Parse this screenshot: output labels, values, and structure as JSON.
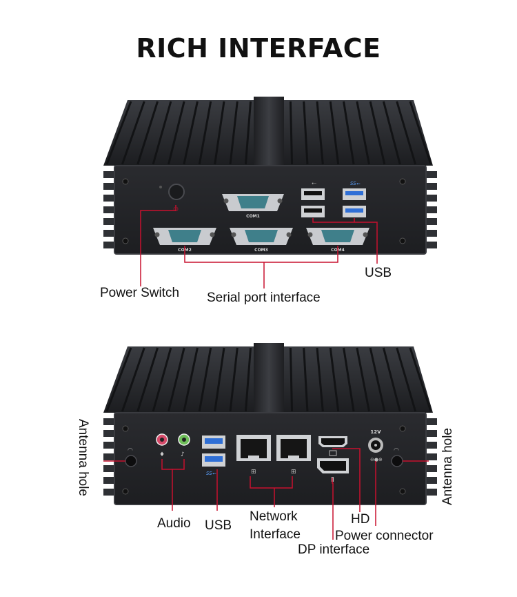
{
  "title": "RICH INTERFACE",
  "front": {
    "port_labels": {
      "com1": "COM1",
      "com2": "COM2",
      "com3": "COM3",
      "com4": "COM4"
    },
    "labels": {
      "power_switch": "Power Switch",
      "serial": "Serial port interface",
      "usb": "USB"
    }
  },
  "back": {
    "port_labels": {
      "dc": "12V"
    },
    "labels": {
      "antenna_left": "Antenna hole",
      "antenna_right": "Antenna hole",
      "audio": "Audio",
      "usb": "USB",
      "network_1": "Network",
      "network_2": "Interface",
      "hd": "HD",
      "power_connector": "Power connector",
      "dp": "DP interface"
    }
  },
  "colors": {
    "case": "#2b2d31",
    "panel": "#232427",
    "com_port": "#3f7f8a",
    "usb3": "#2f6fd6",
    "leader": "#c8102e"
  }
}
